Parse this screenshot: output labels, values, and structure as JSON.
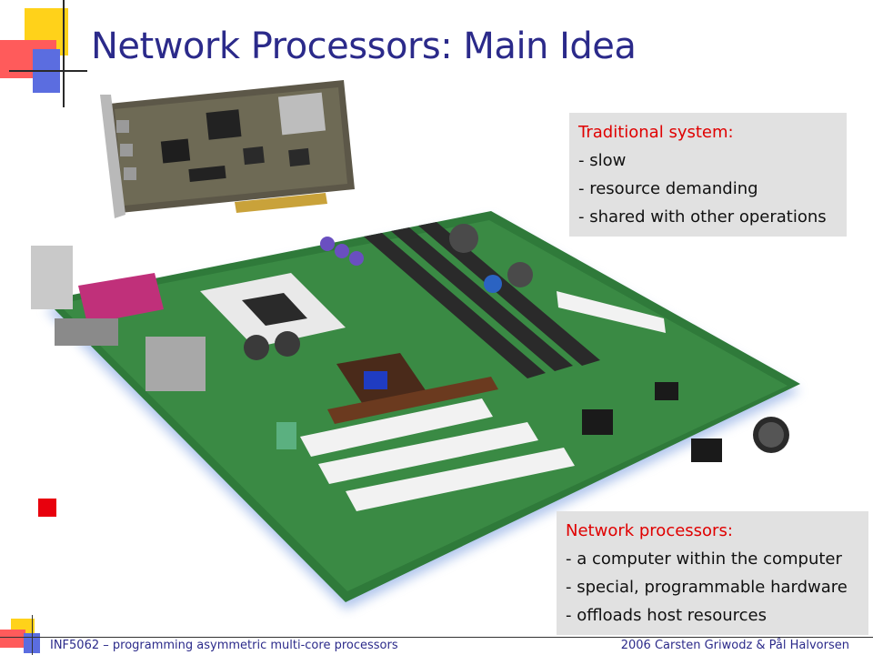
{
  "slide": {
    "title": "Network Processors: Main Idea"
  },
  "traditional": {
    "heading": "Traditional system:",
    "items": [
      "- slow",
      "- resource demanding",
      "- shared with other operations"
    ]
  },
  "network": {
    "heading": "Network processors:",
    "items": [
      "- a computer within the computer",
      "- special, programmable hardware",
      "- offloads host resources"
    ]
  },
  "footer": {
    "course": "INF5062 – programming asymmetric multi-core processors",
    "authors": "2006  Carsten Griwodz & Pål Halvorsen"
  },
  "images": {
    "network_card": "network-card-image",
    "motherboard": "motherboard-image"
  },
  "colors": {
    "title": "#2b2a8a",
    "heading_red": "#e00000",
    "bullet": "#e8000d",
    "box_bg": "#e1e1e1",
    "board_green": "#2f7a3a"
  }
}
